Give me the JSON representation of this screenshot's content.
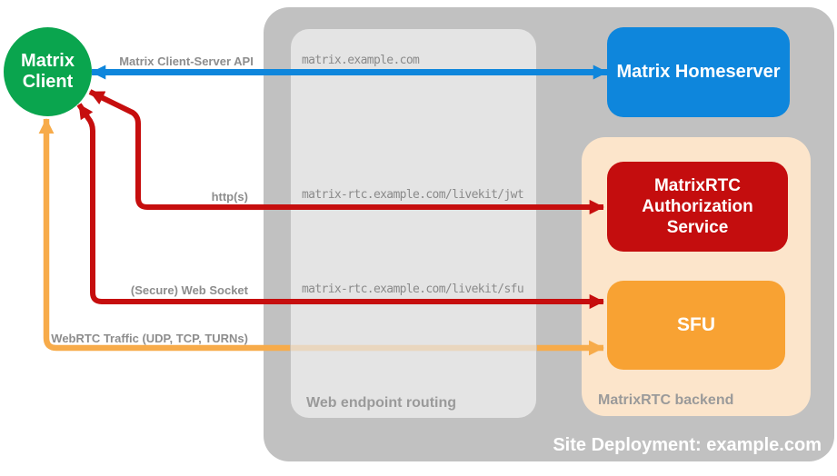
{
  "diagram": {
    "background": "#ffffff"
  },
  "nodes": {
    "client": {
      "line1": "Matrix",
      "line2": "Client",
      "color": "#0aa54e"
    },
    "homeserver": {
      "label": "Matrix Homeserver",
      "color": "#0e86dc"
    },
    "auth_service": {
      "label": "MatrixRTC Authorization Service",
      "color": "#c40d0e"
    },
    "sfu": {
      "label": "SFU",
      "color": "#f8a233"
    }
  },
  "containers": {
    "site": {
      "label": "Site Deployment: example.com",
      "color": "#c1c1c1"
    },
    "web_routing": {
      "label": "Web endpoint routing",
      "color": "#e4e4e4"
    },
    "rtc_backend": {
      "label": "MatrixRTC backend",
      "color": "#fce5cb"
    }
  },
  "routes": {
    "homeserver_host": "matrix.example.com",
    "jwt_path": "matrix-rtc.example.com/livekit/jwt",
    "sfu_path": "matrix-rtc.example.com/livekit/sfu"
  },
  "connections": {
    "client_server_api": {
      "label": "Matrix Client-Server API",
      "color": "#0e86dc"
    },
    "https": {
      "label": "http(s)",
      "color": "#c60e0e"
    },
    "websocket": {
      "label": "(Secure) Web Socket",
      "color": "#c60e0e"
    },
    "webrtc": {
      "label": "WebRTC Traffic (UDP, TCP, TURNs)",
      "color": "#f7ab4a"
    }
  }
}
